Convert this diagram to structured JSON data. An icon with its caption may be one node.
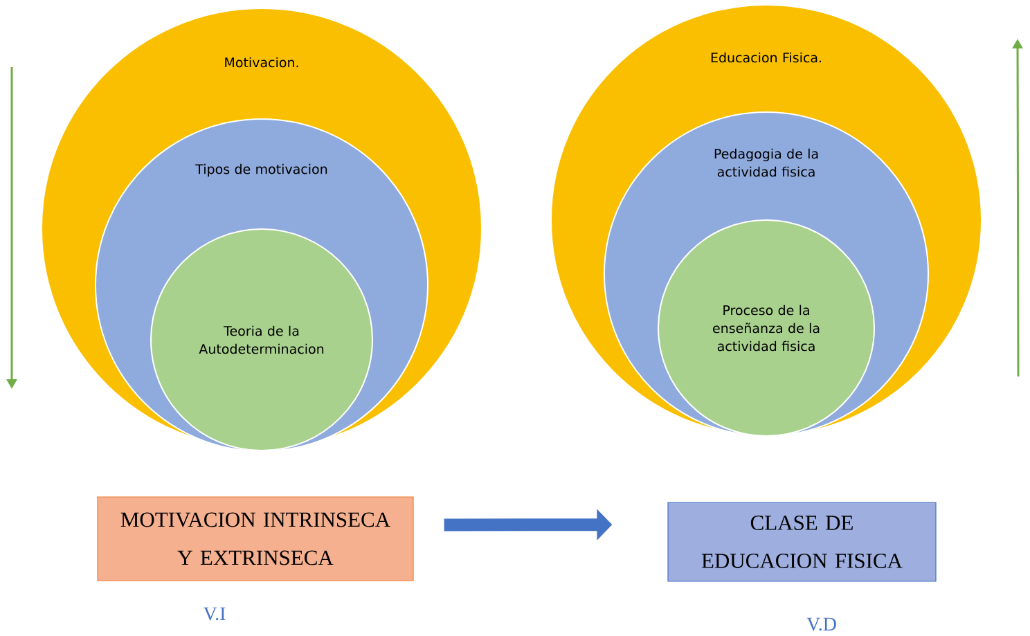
{
  "diagram": {
    "nodes": [
      {
        "text": [
          "Motivacion."
        ]
      },
      {
        "text": [
          "Tipos de motivacion"
        ],
        "in": 0
      },
      {
        "text": [
          "Teoria de la Autodeterminacion"
        ],
        "in": 1
      },
      {
        "text": [
          "Educacion Fisica."
        ]
      },
      {
        "text": [
          "Pedagogia de la actividad fisica"
        ],
        "in": 3
      },
      {
        "text": [
          "Proceso de la enseñanza de la actividad fisica"
        ],
        "in": 4
      },
      {
        "text": [
          "MOTIVACION INTRINSECA Y EXTRINSECA"
        ],
        "beside": [
          "V.I"
        ]
      },
      {
        "text": [
          "CLASE DE EDUCACION FISICA"
        ],
        "beside": [
          "V.D"
        ]
      }
    ],
    "edges": [
      {
        "from": 6,
        "to": 7,
        "arrow": "to",
        "color": "#4472c4"
      }
    ]
  }
}
